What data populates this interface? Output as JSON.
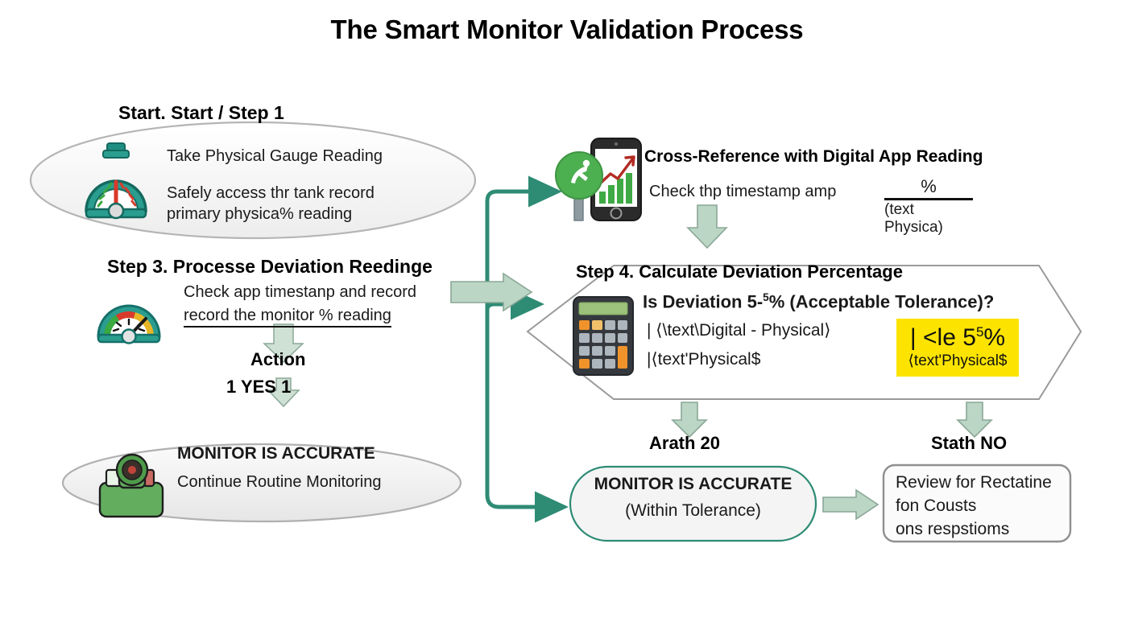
{
  "title": "The Smart Monitor Validation Process",
  "nodes": {
    "step1": {
      "heading": "Start. Start / Step 1",
      "line1": "Take Physical Gauge Reading",
      "line2": "Safely access thr tank record",
      "line3": "primary physica% reading",
      "icon": "stopwatch-gauge-icon"
    },
    "step3": {
      "heading": "Step 3. Processe Deviation Reedinge",
      "line1": "Check app timestanp and record",
      "line2": "record the monitor % reading",
      "icon": "speedometer-gauge-icon"
    },
    "action": {
      "label": "Action",
      "decision": "1   YES  1"
    },
    "accurate_left": {
      "line1": "MONITOR IS ACCURATE",
      "line2": "Continue Routine Monitoring",
      "icon": "monitor-device-icon"
    },
    "crossref": {
      "heading": "Cross-Reference with Digital App Reading",
      "line1": "Check thp timestamp amp",
      "fraction_numerator": "%",
      "fraction_denominator": "(text Physica)",
      "icon": "phone-chart-icon"
    },
    "step4": {
      "heading": "Step 4. Calculate Deviation Percentage",
      "question_prefix": "Is Deviation 5-",
      "question_sup": "5",
      "question_suffix": "% (Acceptable Tolerance)?",
      "formula_line1": "| ⟨\\text\\Digital - Physical⟩",
      "formula_line2": "|⟨text'Physical$",
      "icon": "calculator-icon",
      "badge_line1_prefix": "| <le 5",
      "badge_line1_sup": "5",
      "badge_line1_suffix": "%",
      "badge_line2": "⟨text'Physical$",
      "badge_color": "#FCE400"
    },
    "branch_yes": {
      "label": "Arath 20"
    },
    "branch_no": {
      "label": "Stath NO"
    },
    "accurate_right": {
      "line1": "MONITOR IS ACCURATE",
      "line2": "(Within Tolerance)"
    },
    "review_box": {
      "line1": "Review for Rectatine",
      "line2": "fon Cousts",
      "line3": "ons respstioms"
    }
  },
  "colors": {
    "connector_green": "#2e8b74",
    "block_arrow_fill": "#bcd6c6",
    "block_arrow_stroke": "#7f9e8c",
    "node_outline_grey": "#b0b0b0",
    "node_fill_grey": "#f2f2f2",
    "highlight_yellow": "#FCE400",
    "accent_teal": "#1f8f82",
    "accent_green": "#4caf50",
    "accent_red": "#d23c2a",
    "accent_orange": "#f5a623"
  }
}
